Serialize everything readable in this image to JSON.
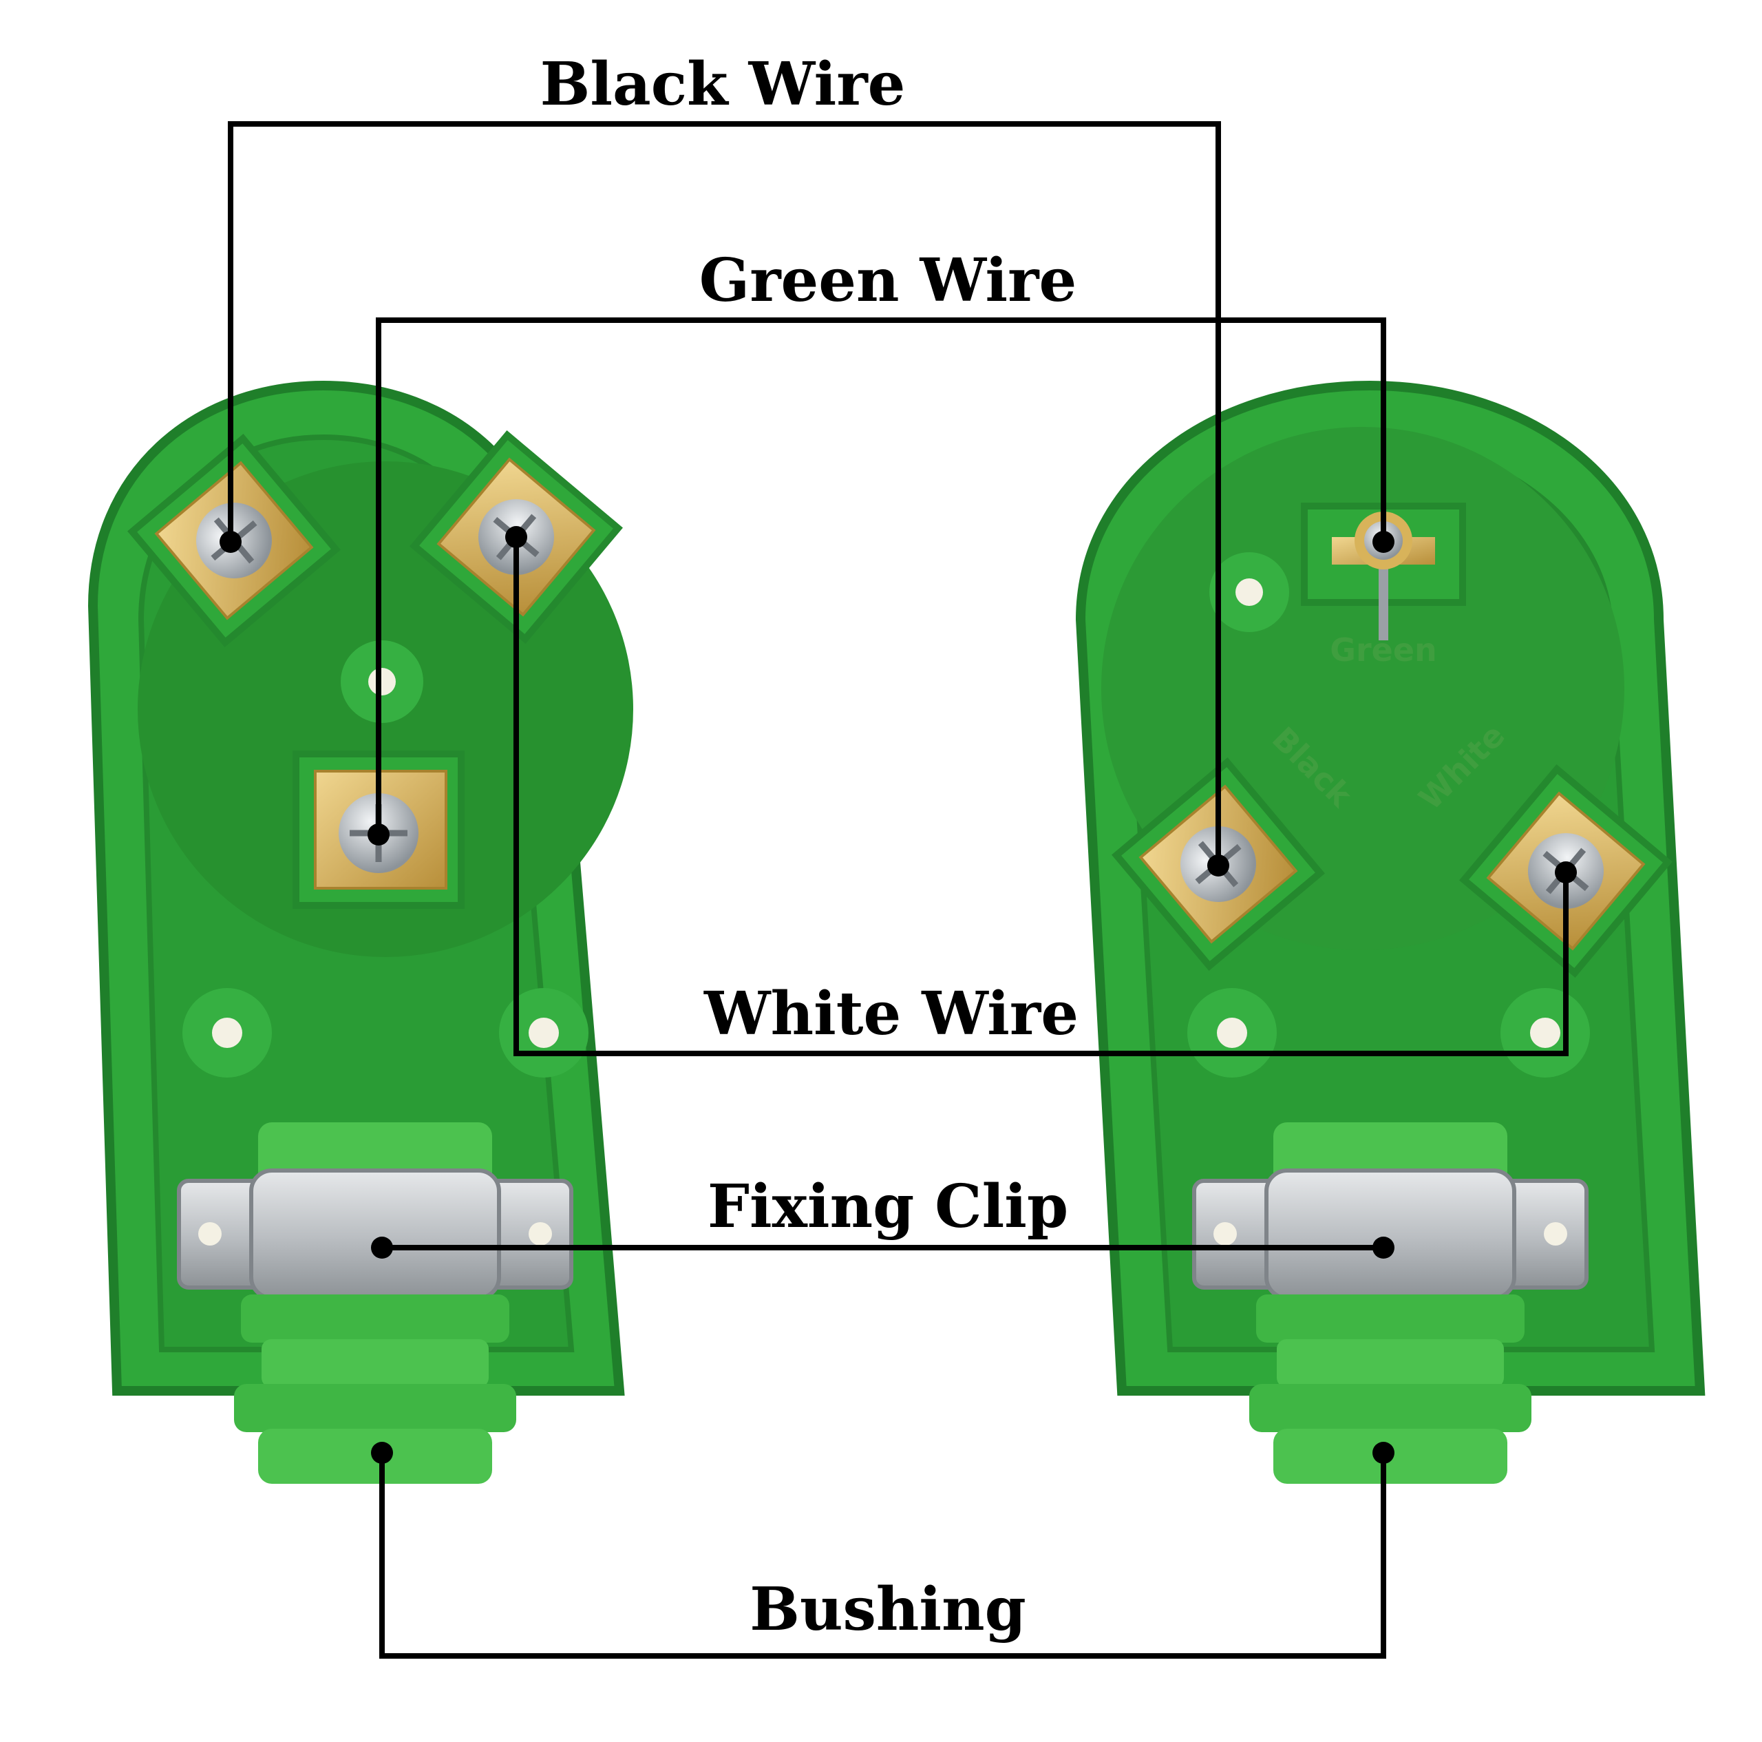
{
  "callouts": {
    "black_wire": "Black Wire",
    "green_wire": "Green Wire",
    "white_wire": "White Wire",
    "fixing_clip": "Fixing Clip",
    "bushing": "Bushing"
  },
  "plug_markings": {
    "right_plug_green": "Green",
    "right_plug_black": "Black",
    "right_plug_white": "White"
  },
  "colors": {
    "plug_body": "#2fa83a",
    "plug_shadow": "#1f7f2a",
    "bushing": "#4cc24f",
    "brass": "#d8b35a",
    "steel": "#c9ccd0",
    "line": "#000000"
  }
}
